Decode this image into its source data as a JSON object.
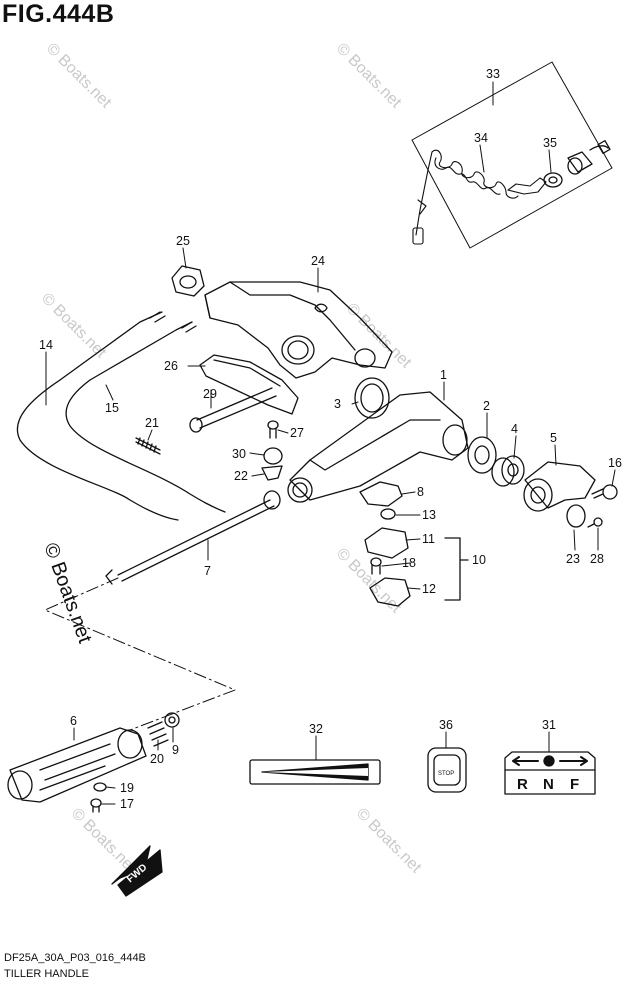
{
  "figure": {
    "title": "FIG.444B",
    "code": "DF25A_30A_P03_016_444B",
    "name": "TILLER HANDLE"
  },
  "watermark": "© Boats.net",
  "callouts": [
    "1",
    "2",
    "3",
    "4",
    "5",
    "6",
    "7",
    "8",
    "9",
    "10",
    "11",
    "12",
    "13",
    "14",
    "15",
    "16",
    "17",
    "18",
    "19",
    "20",
    "21",
    "22",
    "23",
    "24",
    "25",
    "26",
    "27",
    "28",
    "29",
    "30",
    "31",
    "32",
    "33",
    "34",
    "35",
    "36"
  ],
  "labels": {
    "fwd": "FWD",
    "stop": "STOP",
    "shift_r": "R",
    "shift_n": "N",
    "shift_f": "F"
  }
}
